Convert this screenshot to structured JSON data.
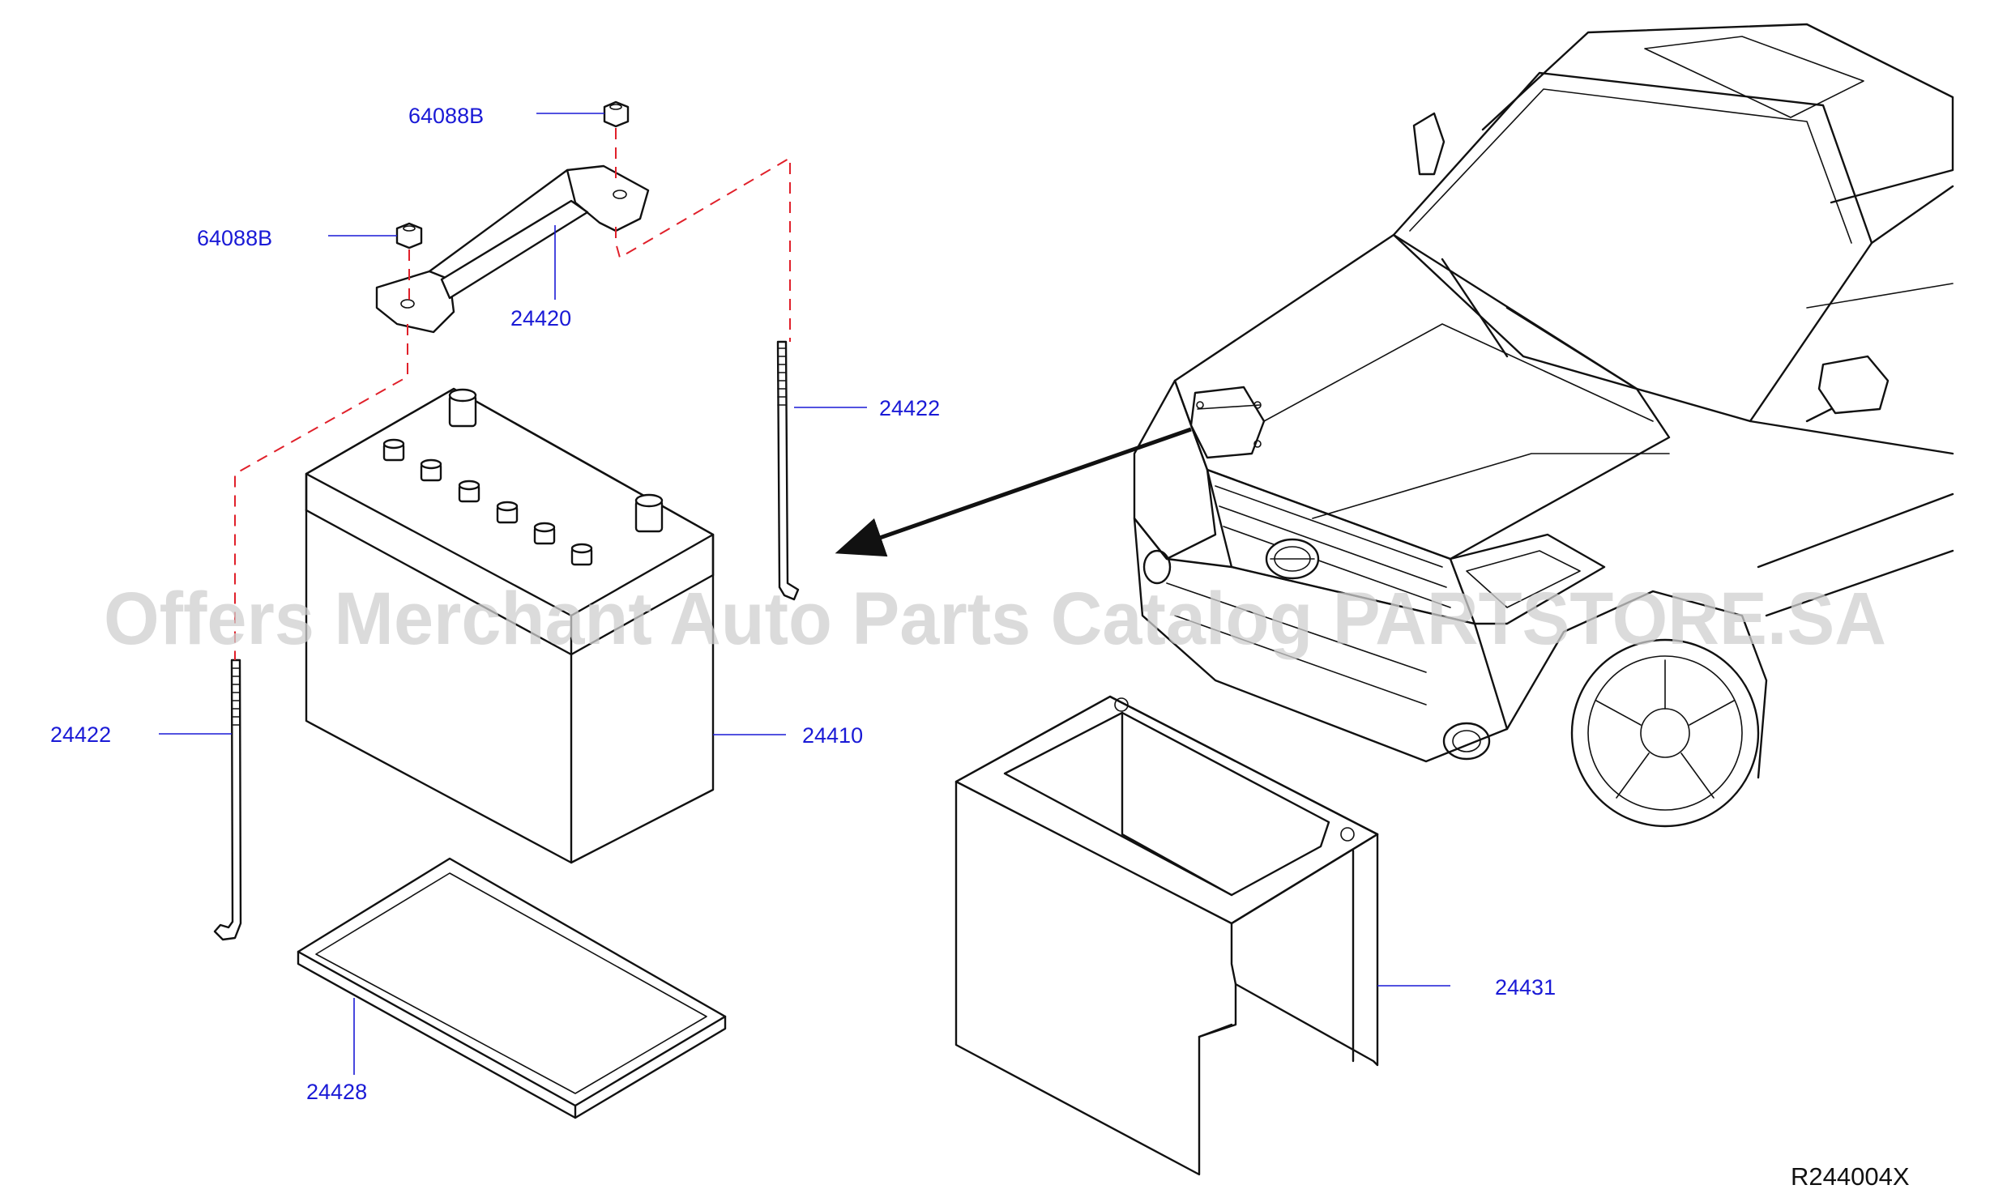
{
  "parts": {
    "nut_top": "64088B",
    "nut_left": "64088B",
    "hold_down_frame": "24420",
    "rod_right": "24422",
    "rod_left": "24422",
    "battery": "24410",
    "tray": "24428",
    "cover": "24431"
  },
  "reference_code": "R244004X",
  "watermark": "Offers Merchant Auto Parts Catalog PARTSTORE.SA",
  "colors": {
    "label": "#1a1ad6",
    "line": "#111111",
    "dashed_guide": "#e0202a",
    "watermark": "#cfcfcf"
  }
}
